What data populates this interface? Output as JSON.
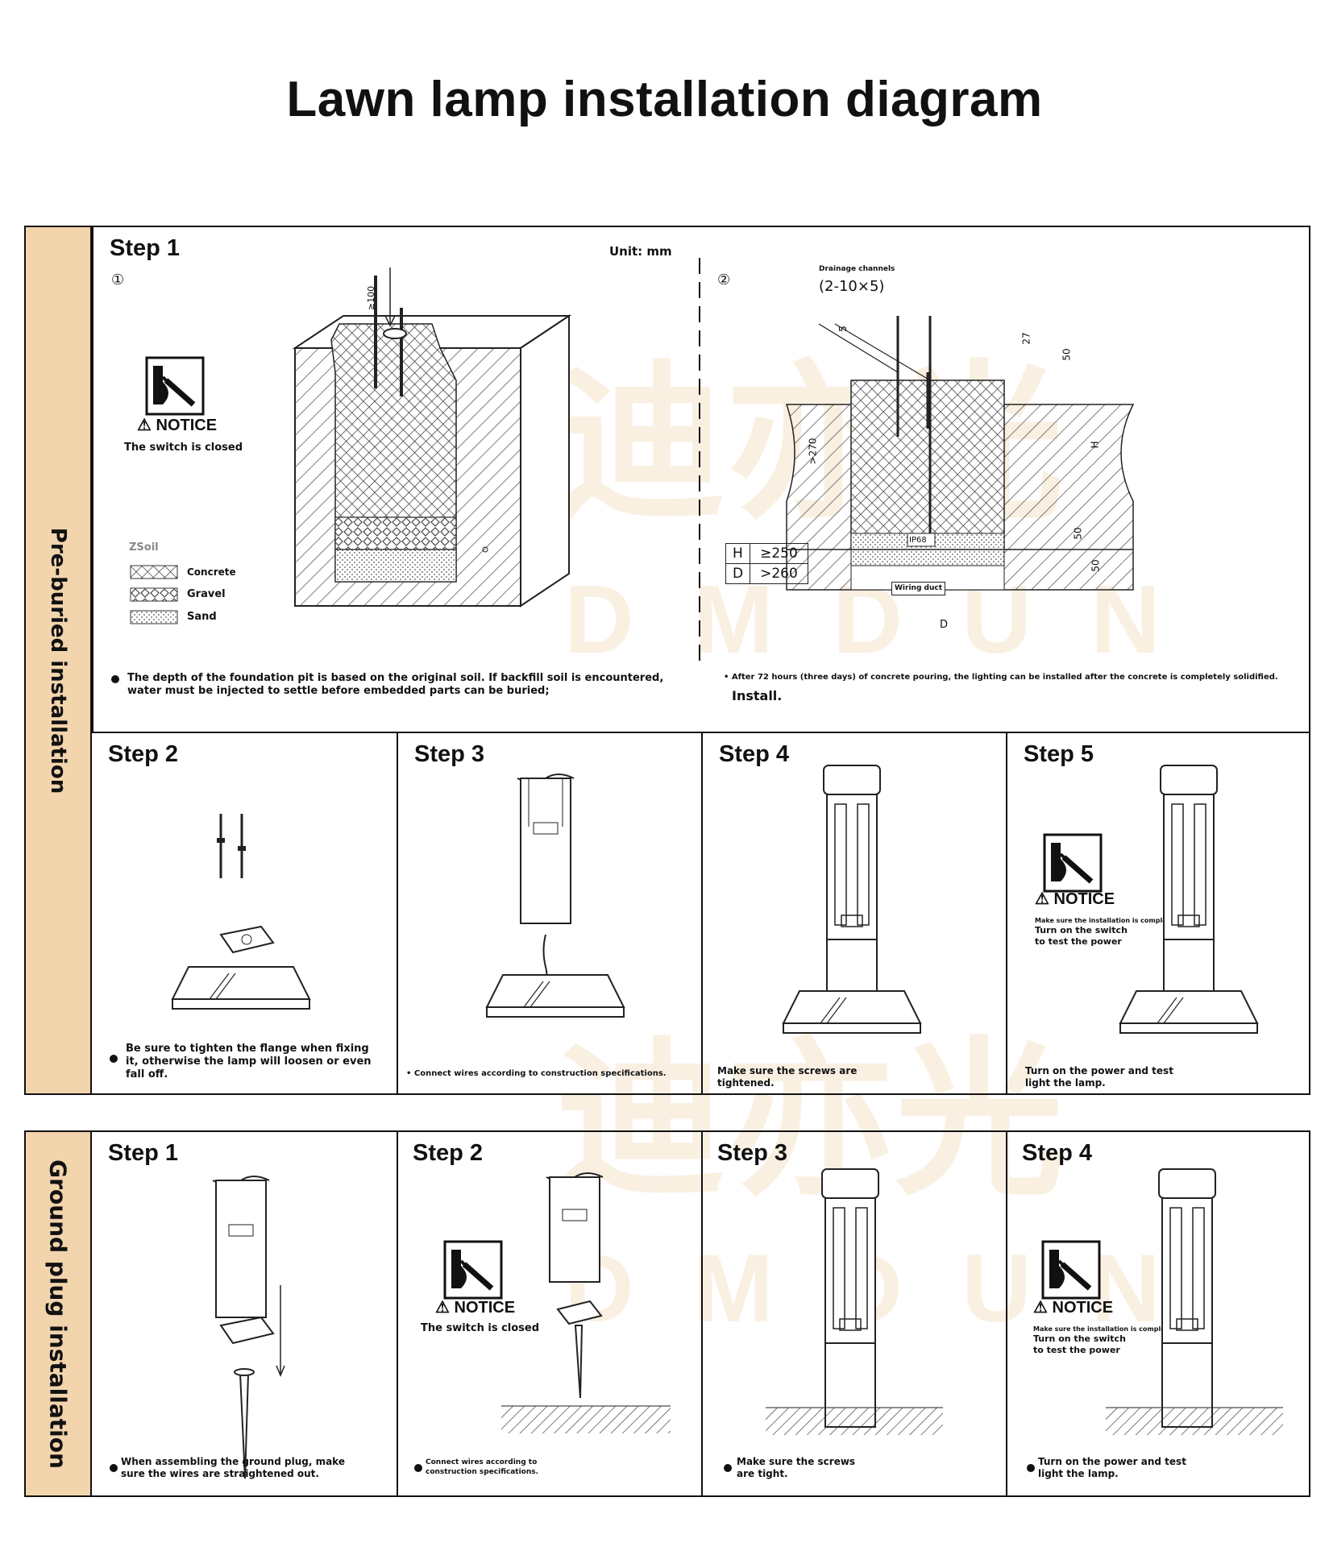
{
  "title": "Lawn lamp installation diagram",
  "watermark": {
    "chinese": "迪亦光",
    "latin": "D M D U N"
  },
  "preburied": {
    "label": "Pre-buried installation",
    "step1": {
      "heading": "Step 1",
      "unit": "Unit: mm",
      "marker1": "①",
      "marker2": "②",
      "notice_title": "NOTICE",
      "notice_text": "The switch is closed",
      "legend_title": "ZSoil",
      "legend": [
        "Concrete",
        "Gravel",
        "Sand"
      ],
      "dim_left": "≥100",
      "drainage_title": "Drainage channels",
      "drainage_value": "(2-10×5)",
      "dims": {
        "d5": "5",
        "d27": "27",
        "d50a": "50",
        "dH": "H",
        "d270": ">270",
        "d50b": "50",
        "d50c": "50",
        "dD": "D"
      },
      "ip_label": "IP68",
      "wiring_label": "Wiring duct",
      "table": [
        {
          "k": "H",
          "v": "≥250"
        },
        {
          "k": "D",
          "v": ">260"
        }
      ],
      "note_left": "The depth of the foundation pit is based on the original soil. If backfill soil is encountered, water must be injected to settle before embedded parts can be buried;",
      "note_right": "After 72 hours (three days) of concrete pouring, the lighting can be installed after the concrete is completely solidified.",
      "note_right_install": "Install."
    },
    "step2": {
      "heading": "Step 2",
      "note": "Be sure to tighten the flange when fixing it, otherwise the lamp will loosen or even fall off."
    },
    "step3": {
      "heading": "Step 3",
      "note": "Connect wires according to construction specifications."
    },
    "step4": {
      "heading": "Step 4",
      "note": "Make sure the screws are tightened."
    },
    "step5": {
      "heading": "Step 5",
      "notice_title": "NOTICE",
      "notice_small": "Make sure the installation is complete",
      "notice_text": "Turn on the switch to test the power",
      "note": "Turn on the power and test light the lamp."
    }
  },
  "groundplug": {
    "label": "Ground plug installation",
    "step1": {
      "heading": "Step 1",
      "note": "When assembling the ground plug, make sure the wires are straightened out."
    },
    "step2": {
      "heading": "Step 2",
      "notice_title": "NOTICE",
      "notice_text": "The switch is closed",
      "note": "Connect wires according to construction specifications."
    },
    "step3": {
      "heading": "Step 3",
      "note": "Make sure the screws are tight."
    },
    "step4": {
      "heading": "Step 4",
      "notice_title": "NOTICE",
      "notice_small": "Make sure the installation is complete",
      "notice_text": "Turn on the switch to test the power",
      "note": "Turn on the power and test light the lamp."
    }
  }
}
